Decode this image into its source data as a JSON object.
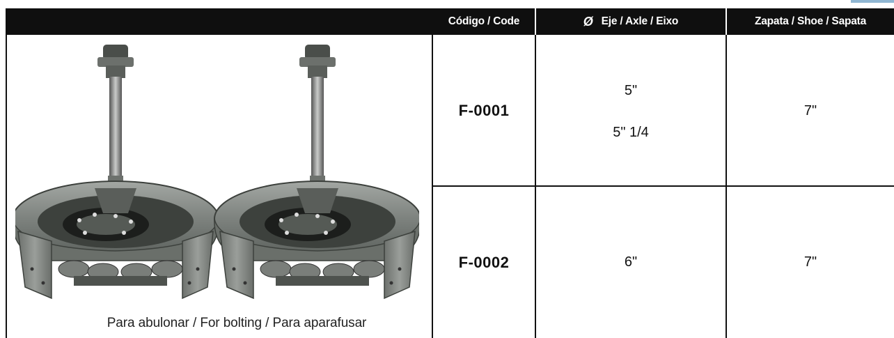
{
  "table": {
    "headers": {
      "code": "Código / Code",
      "axle_symbol": "Ø",
      "axle": "Eje / Axle / Eixo",
      "shoe": "Zapata / Shoe / Sapata"
    },
    "rows": [
      {
        "code": "F-0001",
        "axle": [
          "5\"",
          "5\" 1/4"
        ],
        "shoe": "7\""
      },
      {
        "code": "F-0002",
        "axle": [
          "6\""
        ],
        "shoe": "7\""
      }
    ]
  },
  "image": {
    "caption": "Para abulonar / For bolting / Para aparafusar",
    "icon": "brake-assembly-illustration"
  },
  "colors": {
    "header_bg": "#0f0f0f",
    "header_text": "#ffffff",
    "accent": "#8fb6d2",
    "metal": "#8a8e8a"
  }
}
